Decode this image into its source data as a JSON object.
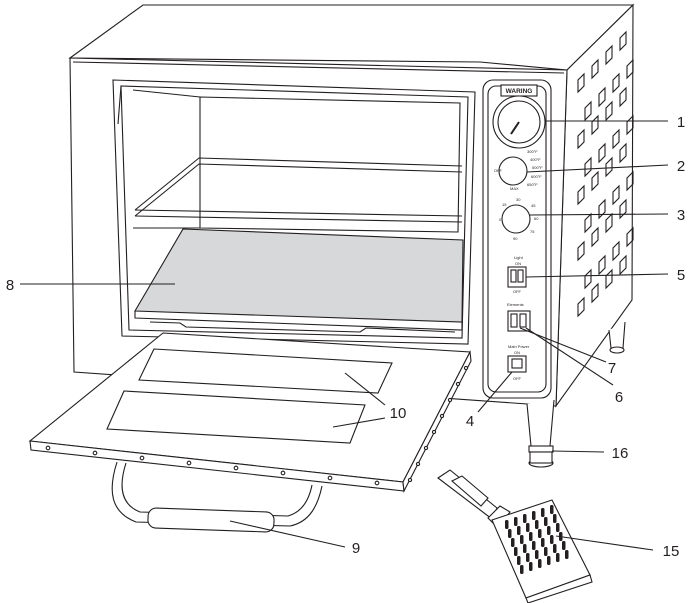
{
  "panel": {
    "brand": "WARING",
    "temp_marks": [
      "300°F",
      "400°F",
      "500°F",
      "600°F",
      "650°F",
      "MAX"
    ],
    "temp_left": "OFF",
    "timer_marks": [
      "0",
      "15",
      "30",
      "45",
      "60",
      "75",
      "90"
    ],
    "light_label": "Light",
    "light_on": "ON",
    "light_off": "OFF",
    "elements_label": "Elements",
    "power_label": "Main Power",
    "power_on": "ON",
    "power_off": "OFF"
  },
  "callouts": [
    {
      "id": "1",
      "num": "1"
    },
    {
      "id": "2",
      "num": "2"
    },
    {
      "id": "3",
      "num": "3"
    },
    {
      "id": "4",
      "num": "4"
    },
    {
      "id": "5",
      "num": "5"
    },
    {
      "id": "6",
      "num": "6"
    },
    {
      "id": "7",
      "num": "7"
    },
    {
      "id": "8",
      "num": "8"
    },
    {
      "id": "9",
      "num": "9"
    },
    {
      "id": "10",
      "num": "10"
    },
    {
      "id": "15",
      "num": "15"
    },
    {
      "id": "16",
      "num": "16"
    }
  ],
  "colors": {
    "stroke": "#231f20",
    "tray_fill": "#d7d8da",
    "background": "#ffffff"
  }
}
